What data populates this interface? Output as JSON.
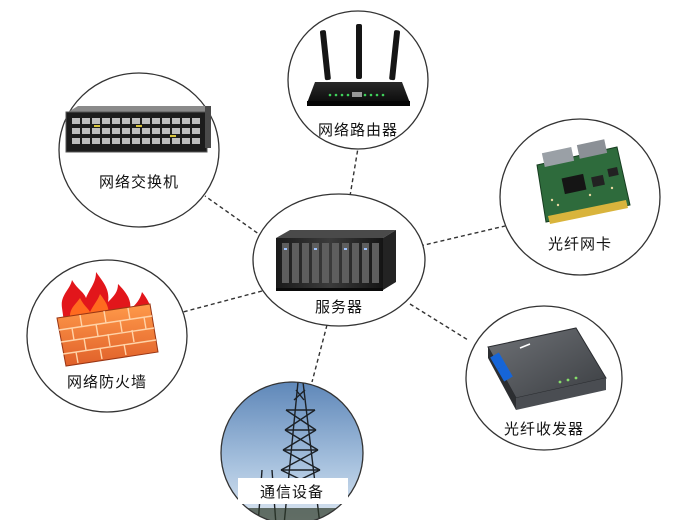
{
  "center": {
    "label": "服务器",
    "icon": "server-rack-icon"
  },
  "nodes": [
    {
      "key": "router",
      "label": "网络路由器",
      "icon": "wifi-router-icon"
    },
    {
      "key": "switch",
      "label": "网络交换机",
      "icon": "network-switch-icon"
    },
    {
      "key": "nic",
      "label": "光纤网卡",
      "icon": "fiber-network-card-icon"
    },
    {
      "key": "firewall",
      "label": "网络防火墙",
      "icon": "firewall-icon"
    },
    {
      "key": "transceiver",
      "label": "光纤收发器",
      "icon": "fiber-transceiver-icon"
    },
    {
      "key": "telecom",
      "label": "通信设备",
      "icon": "telecom-tower-icon"
    }
  ]
}
